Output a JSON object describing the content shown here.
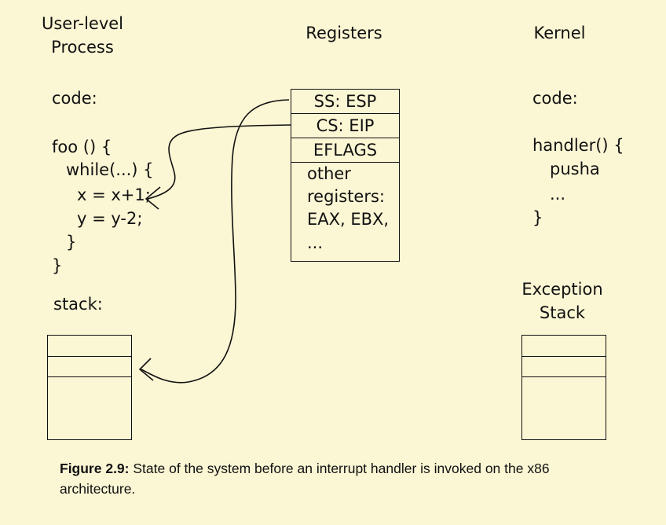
{
  "headers": {
    "user_line1": "User-level",
    "user_line2": "Process",
    "registers": "Registers",
    "kernel": "Kernel"
  },
  "user": {
    "code_label": "code:",
    "code_lines": [
      "foo () {",
      "while(...) {",
      "x = x+1;",
      "y = y-2;",
      "}",
      "}"
    ],
    "stack_label": "stack:"
  },
  "registers": {
    "rows": [
      "SS: ESP",
      "CS: EIP",
      "EFLAGS"
    ],
    "other_lines": [
      "other",
      "registers:",
      "EAX, EBX,",
      "..."
    ]
  },
  "kernel": {
    "code_label": "code:",
    "code_lines": [
      "handler() {",
      "pusha",
      "...",
      "}"
    ],
    "stack_line1": "Exception",
    "stack_line2": "Stack"
  },
  "caption": {
    "label": "Figure 2.9:",
    "text": "State of the system before an interrupt handler is invoked on the x86 architecture."
  }
}
